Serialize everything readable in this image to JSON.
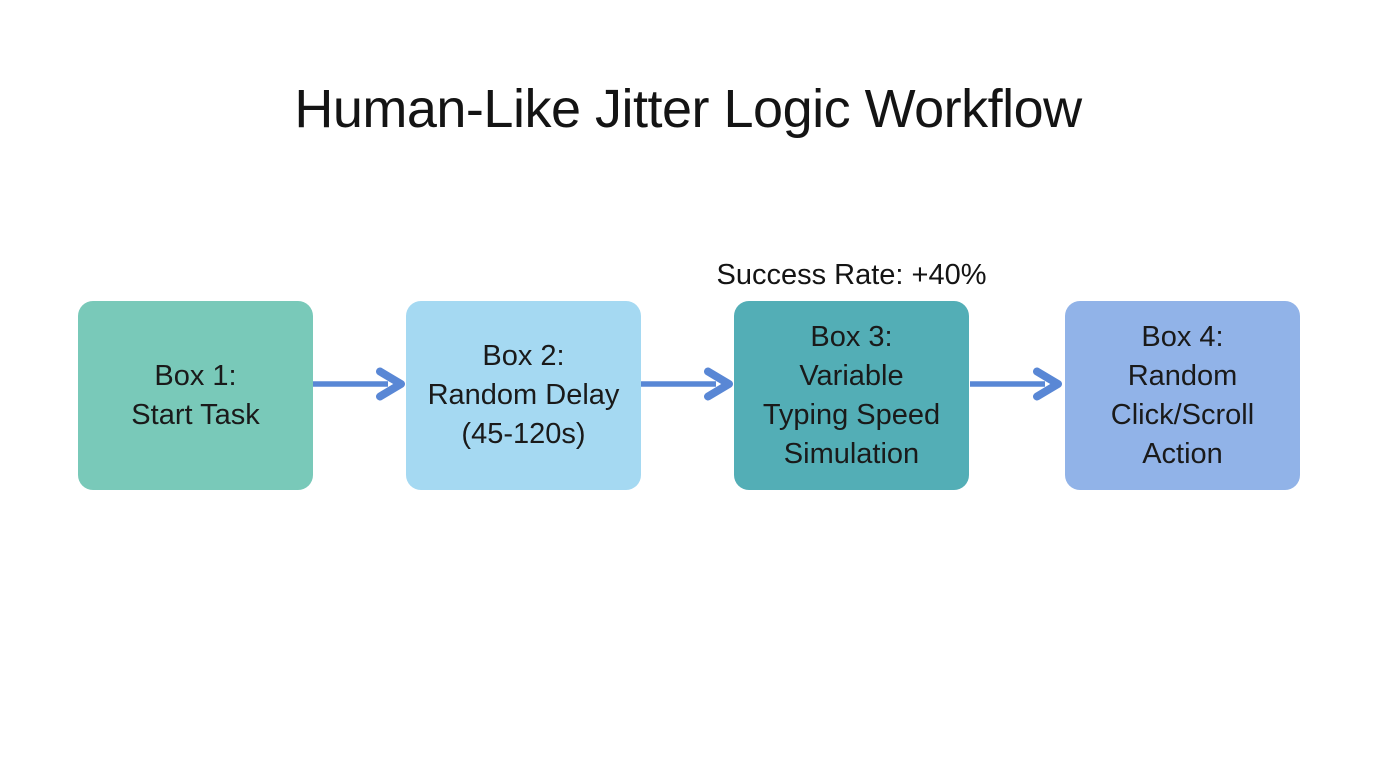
{
  "title": "Human-Like Jitter Logic Workflow",
  "annotation": {
    "label": "Success Rate: +40%"
  },
  "flow": {
    "boxes": [
      {
        "id": "box-1",
        "label": "Box 1:\nStart Task"
      },
      {
        "id": "box-2",
        "label": "Box 2:\nRandom Delay\n(45-120s)"
      },
      {
        "id": "box-3",
        "label": "Box 3:\nVariable\nTyping Speed\nSimulation"
      },
      {
        "id": "box-4",
        "label": "Box 4:\nRandom\nClick/Scroll\nAction"
      }
    ]
  },
  "colors": {
    "background": "#ffffff",
    "title-text": "#141414",
    "annotation-text": "#141414",
    "box-text": "#1a1a1a",
    "box1-fill": "#79c9b9",
    "box2-fill": "#a5d9f2",
    "box3-fill": "#53aeb6",
    "box4-fill": "#91b3e8",
    "arrow": "#5987d5"
  }
}
